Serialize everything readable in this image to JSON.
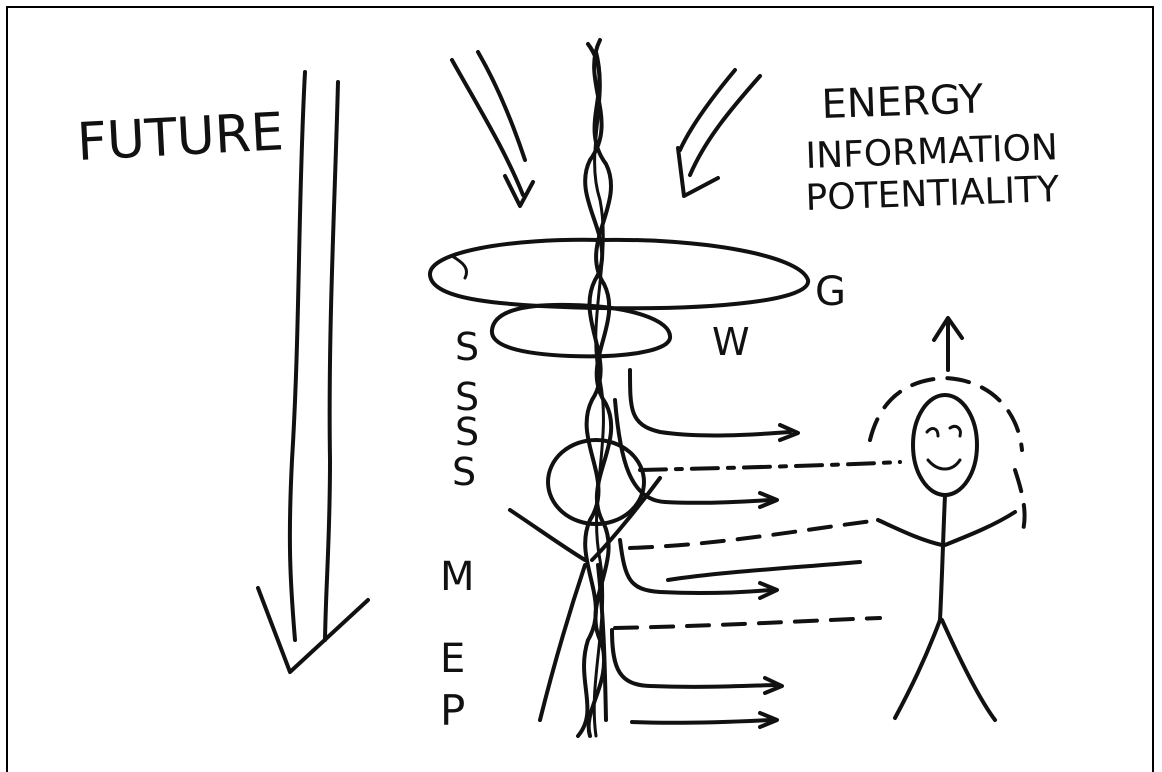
{
  "labels": {
    "future": "FUTURE",
    "energy": "ENERGY",
    "information": "INFORMATION",
    "potentiality": "POTENTIALITY",
    "g": "G",
    "w": "W",
    "levels": [
      "S",
      "S",
      "S",
      "S",
      "M",
      "E",
      "P"
    ]
  },
  "colors": {
    "background": "#ffffff",
    "ink": "#111111"
  }
}
